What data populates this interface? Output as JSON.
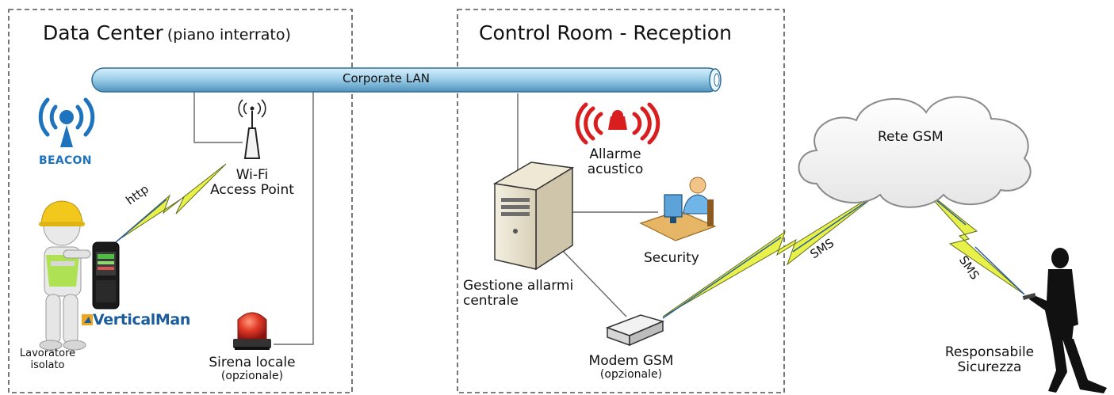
{
  "zones": {
    "data_center": {
      "title": "Data Center",
      "subtitle": "(piano interrato)"
    },
    "control_room": {
      "title": "Control Room - Reception"
    }
  },
  "network": {
    "lan_label": "Corporate LAN",
    "cloud_label": "Rete GSM"
  },
  "devices": {
    "beacon": "BEACON",
    "access_point": [
      "Wi-Fi",
      "Access Point"
    ],
    "worker": [
      "Lavoratore",
      "isolato"
    ],
    "brand": "VerticalMan",
    "siren": [
      "Sirena locale",
      "(opzionale)"
    ],
    "alarm": [
      "Allarme",
      "acustico"
    ],
    "server": [
      "Gestione allarmi",
      "centrale"
    ],
    "security": "Security",
    "modem": [
      "Modem GSM",
      "(opzionale)"
    ],
    "manager": [
      "Responsabile",
      "Sicurezza"
    ]
  },
  "links": {
    "http": "http",
    "sms_left": "SMS",
    "sms_right": "SMS"
  },
  "colors": {
    "lan_pipe": "#9fd0ea",
    "lightning": "#e8f04a",
    "beacon_blue": "#1e73be",
    "alarm_red": "#d81e1e",
    "siren_red": "#d4322a",
    "worker_vest": "#a9e044",
    "helmet": "#f2c81c"
  }
}
